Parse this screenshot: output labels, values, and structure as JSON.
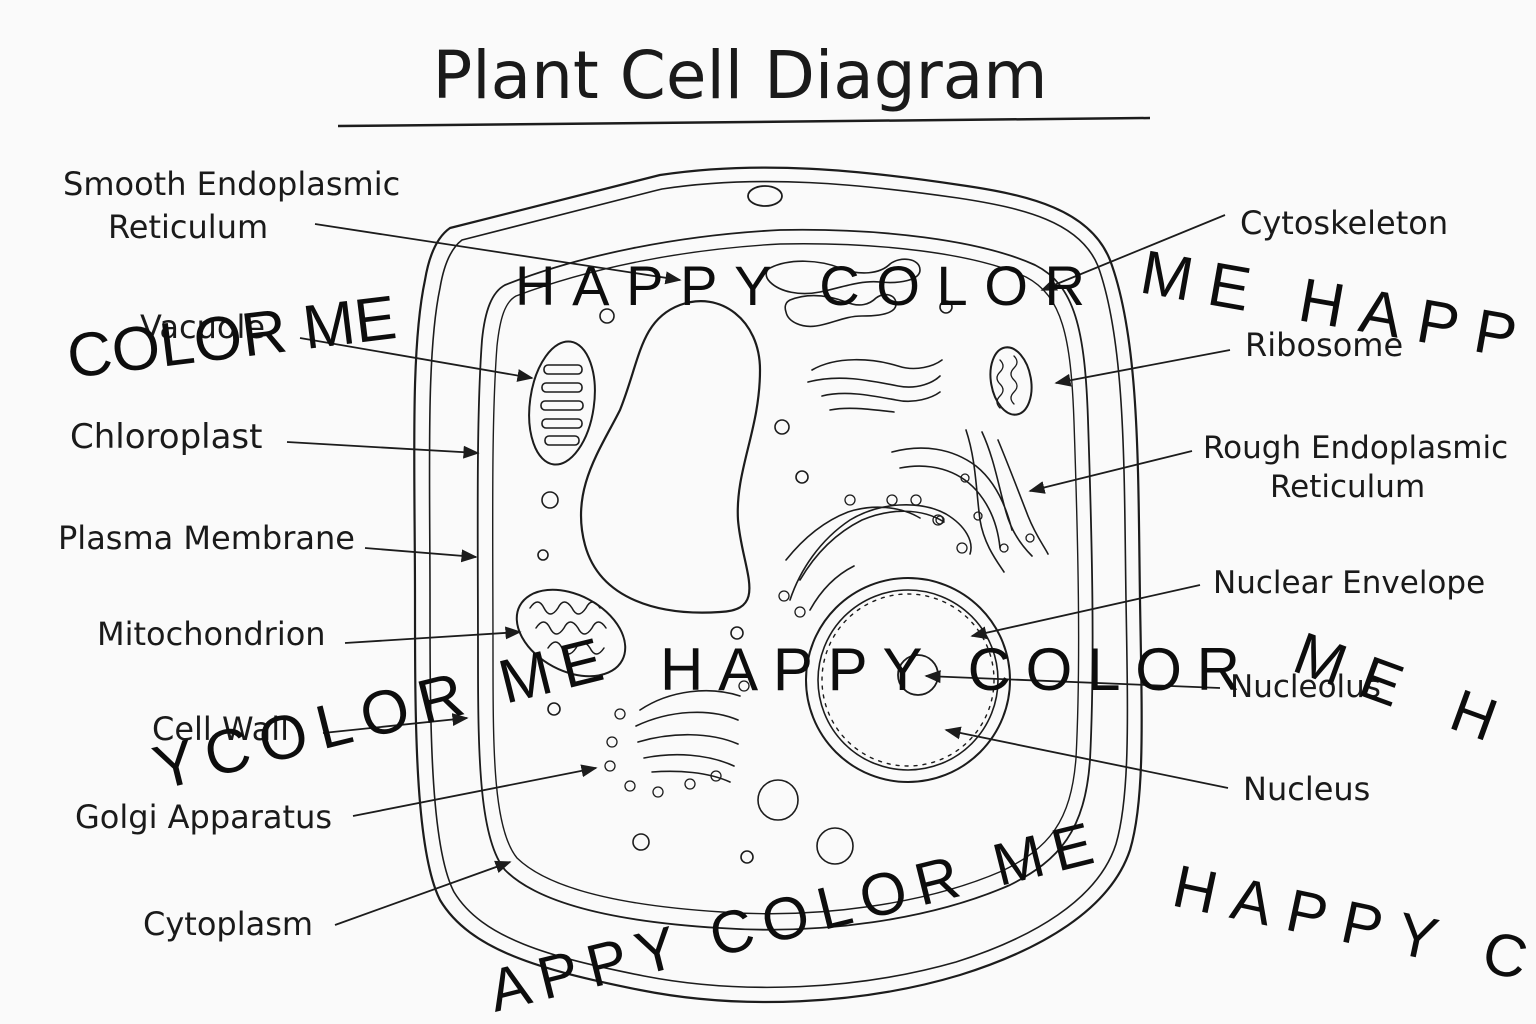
{
  "title": "Plant Cell Diagram",
  "labels": {
    "smooth_er_line1": "Smooth Endoplasmic",
    "smooth_er_line2": "Reticulum",
    "vacuole": "Vacuole",
    "chloroplast": "Chloroplast",
    "plasma_membrane": "Plasma Membrane",
    "mitochondrion": "Mitochondrion",
    "cell_wall": "Cell Wall",
    "golgi": "Golgi Apparatus",
    "cytoplasm": "Cytoplasm",
    "cytoskeleton": "Cytoskeleton",
    "ribosome": "Ribosome",
    "rough_er_line1": "Rough Endoplasmic",
    "rough_er_line2": "Reticulum",
    "nuclear_envelope": "Nuclear Envelope",
    "nucleolus": "Nucleolus",
    "nucleus": "Nucleus"
  },
  "watermark": {
    "row1_left": "COLOR ME",
    "row1_mid": "HAPPY COLOR",
    "row1_right": "ME HAPP",
    "row2_left": "YCOLOR ME",
    "row2_mid": "HAPPY COLOR",
    "row2_right": "ME H",
    "row3_left": "APPY COLOR ME",
    "row3_right": "HAPPY C"
  },
  "colors": {
    "ink": "#1c1c1c",
    "paper": "#fafafa"
  }
}
